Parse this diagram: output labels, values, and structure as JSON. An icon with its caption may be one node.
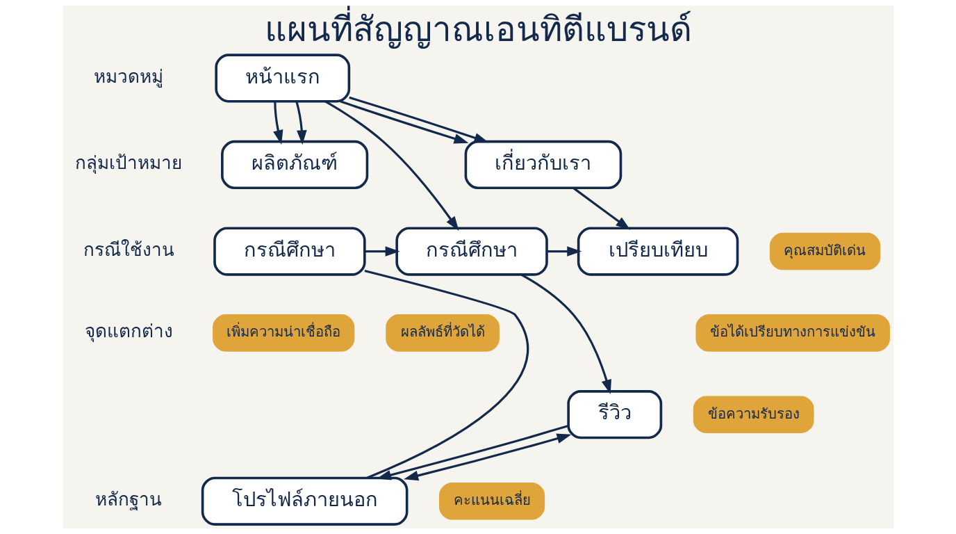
{
  "diagram": {
    "title": "แผนที่สัญญาณเอนทิตีแบรนด์",
    "nodes": [
      {
        "text": [
          "หน้าแรก"
        ]
      },
      {
        "text": [
          "ผลิตภัณฑ์"
        ]
      },
      {
        "text": [
          "เกี่ยวกับเรา"
        ]
      },
      {
        "text": [
          "กรณีศึกษา"
        ]
      },
      {
        "text": [
          "กรณีศึกษา"
        ]
      },
      {
        "text": [
          "เปรียบเทียบ"
        ]
      },
      {
        "text": [
          "เพิ่มความน่าเชื่อถือ"
        ]
      },
      {
        "text": [
          "ผลลัพธ์ที่วัดได้"
        ]
      },
      {
        "text": [
          "คุณสมบัติเด่น"
        ]
      },
      {
        "text": [
          "ข้อได้เปรียบทางการแข่งขัน"
        ]
      },
      {
        "text": [
          "รีวิว"
        ]
      },
      {
        "text": [
          "ข้อความรับรอง"
        ]
      },
      {
        "text": [
          "คะแนนเฉลี่ย"
        ]
      },
      {
        "text": [
          "โปรไฟล์ภายนอก"
        ]
      }
    ],
    "edges": [
      {
        "from": 0,
        "to": 1,
        "arrow": "to"
      },
      {
        "from": 0,
        "to": 2,
        "arrow": "to"
      },
      {
        "from": 0,
        "to": 1,
        "arrow": "to"
      },
      {
        "from": 0,
        "to": 2,
        "arrow": "to"
      },
      {
        "from": 0,
        "to": 4,
        "arrow": "to"
      },
      {
        "from": 2,
        "to": 5,
        "arrow": "to"
      },
      {
        "from": 3,
        "to": 4,
        "arrow": "to"
      },
      {
        "from": 3,
        "to": 13,
        "arrow": "none"
      },
      {
        "from": 4,
        "to": 5,
        "arrow": "to"
      },
      {
        "from": 4,
        "to": 10,
        "arrow": "to"
      },
      {
        "from": 10,
        "to": 13,
        "arrow": "to"
      },
      {
        "from": 10,
        "to": 13,
        "arrow": "both"
      }
    ],
    "labels": [
      "หมวดหมู่",
      "กลุ่มเป้าหมาย",
      "กรณีใช้งาน",
      "จุดแตกต่าง",
      "หลักฐาน"
    ]
  }
}
